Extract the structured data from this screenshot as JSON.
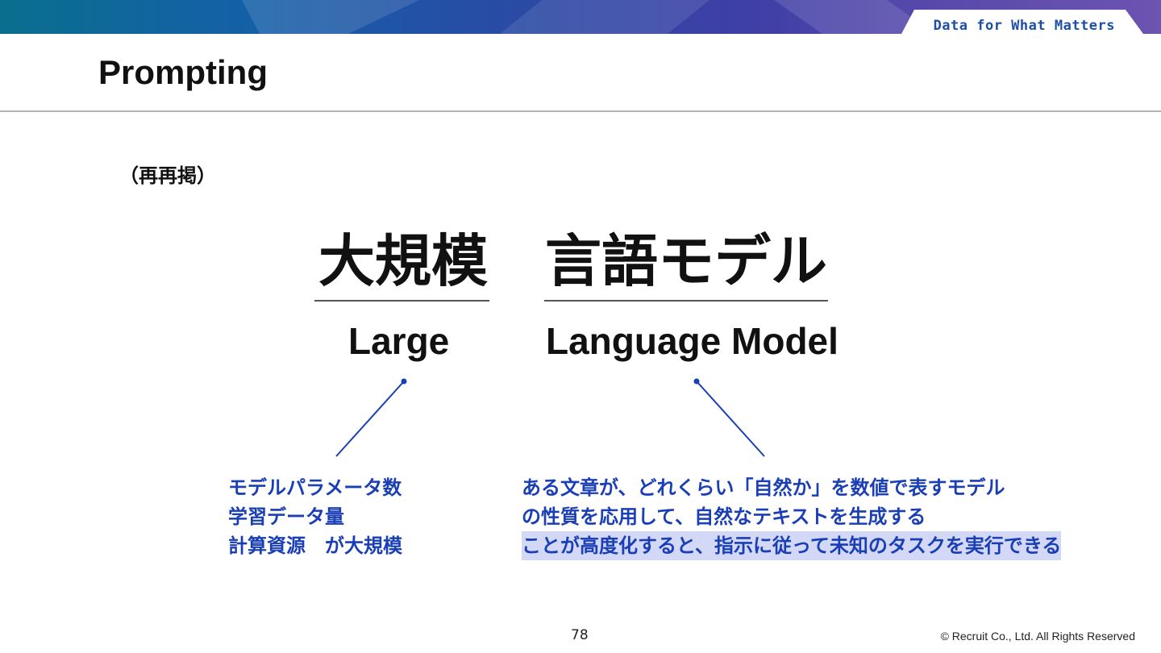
{
  "header": {
    "tagline": "Data for What Matters",
    "title": "Prompting"
  },
  "note": "（再再掲）",
  "terms": {
    "large_jp": "大規模",
    "lm_jp": "言語モデル",
    "large_en": "Large",
    "lm_en": "Language Model"
  },
  "descriptions": {
    "large": [
      "モデルパラメータ数",
      "学習データ量",
      "計算資源　が大規模"
    ],
    "lm": [
      "ある文章が、どれくらい「自然か」を数値で表すモデル",
      "の性質を応用して、自然なテキストを生成する",
      "ことが高度化すると、指示に従って未知のタスクを実行できる"
    ]
  },
  "footer": {
    "page_number": "78",
    "copyright": "© Recruit Co., Ltd. All Rights Reserved"
  },
  "colors": {
    "accent_blue": "#1a3fb5",
    "highlight": "#d3d8f6"
  }
}
